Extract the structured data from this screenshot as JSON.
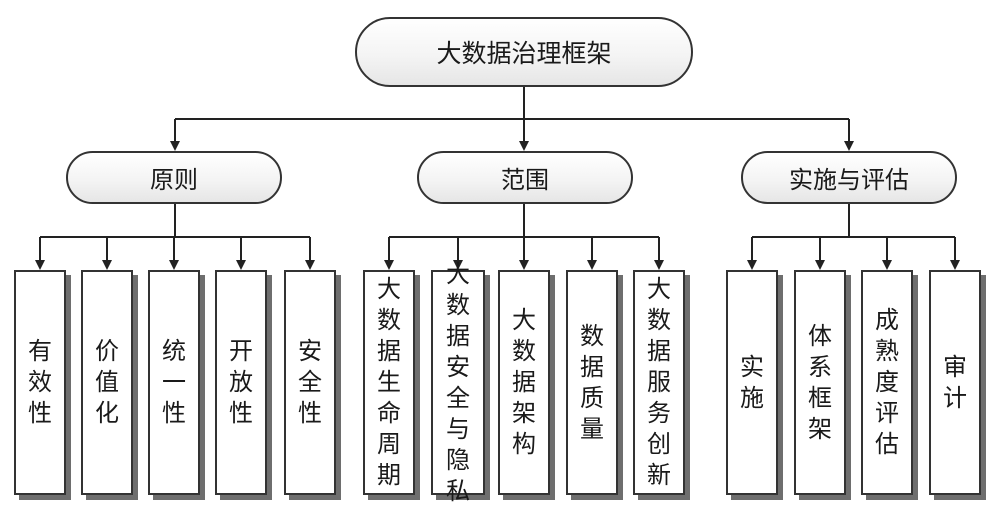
{
  "root": {
    "label": "大数据治理框架"
  },
  "groups": [
    {
      "label": "原则",
      "children": [
        "有效性",
        "价值化",
        "统一性",
        "开放性",
        "安全性"
      ]
    },
    {
      "label": "范围",
      "children": [
        "大数据生命周期",
        "大数据安全与隐私",
        "大数据架构",
        "数据质量",
        "大数据服务创新"
      ]
    },
    {
      "label": "实施与评估",
      "children": [
        "实施",
        "体系框架",
        "成熟度评估",
        "审计"
      ]
    }
  ]
}
